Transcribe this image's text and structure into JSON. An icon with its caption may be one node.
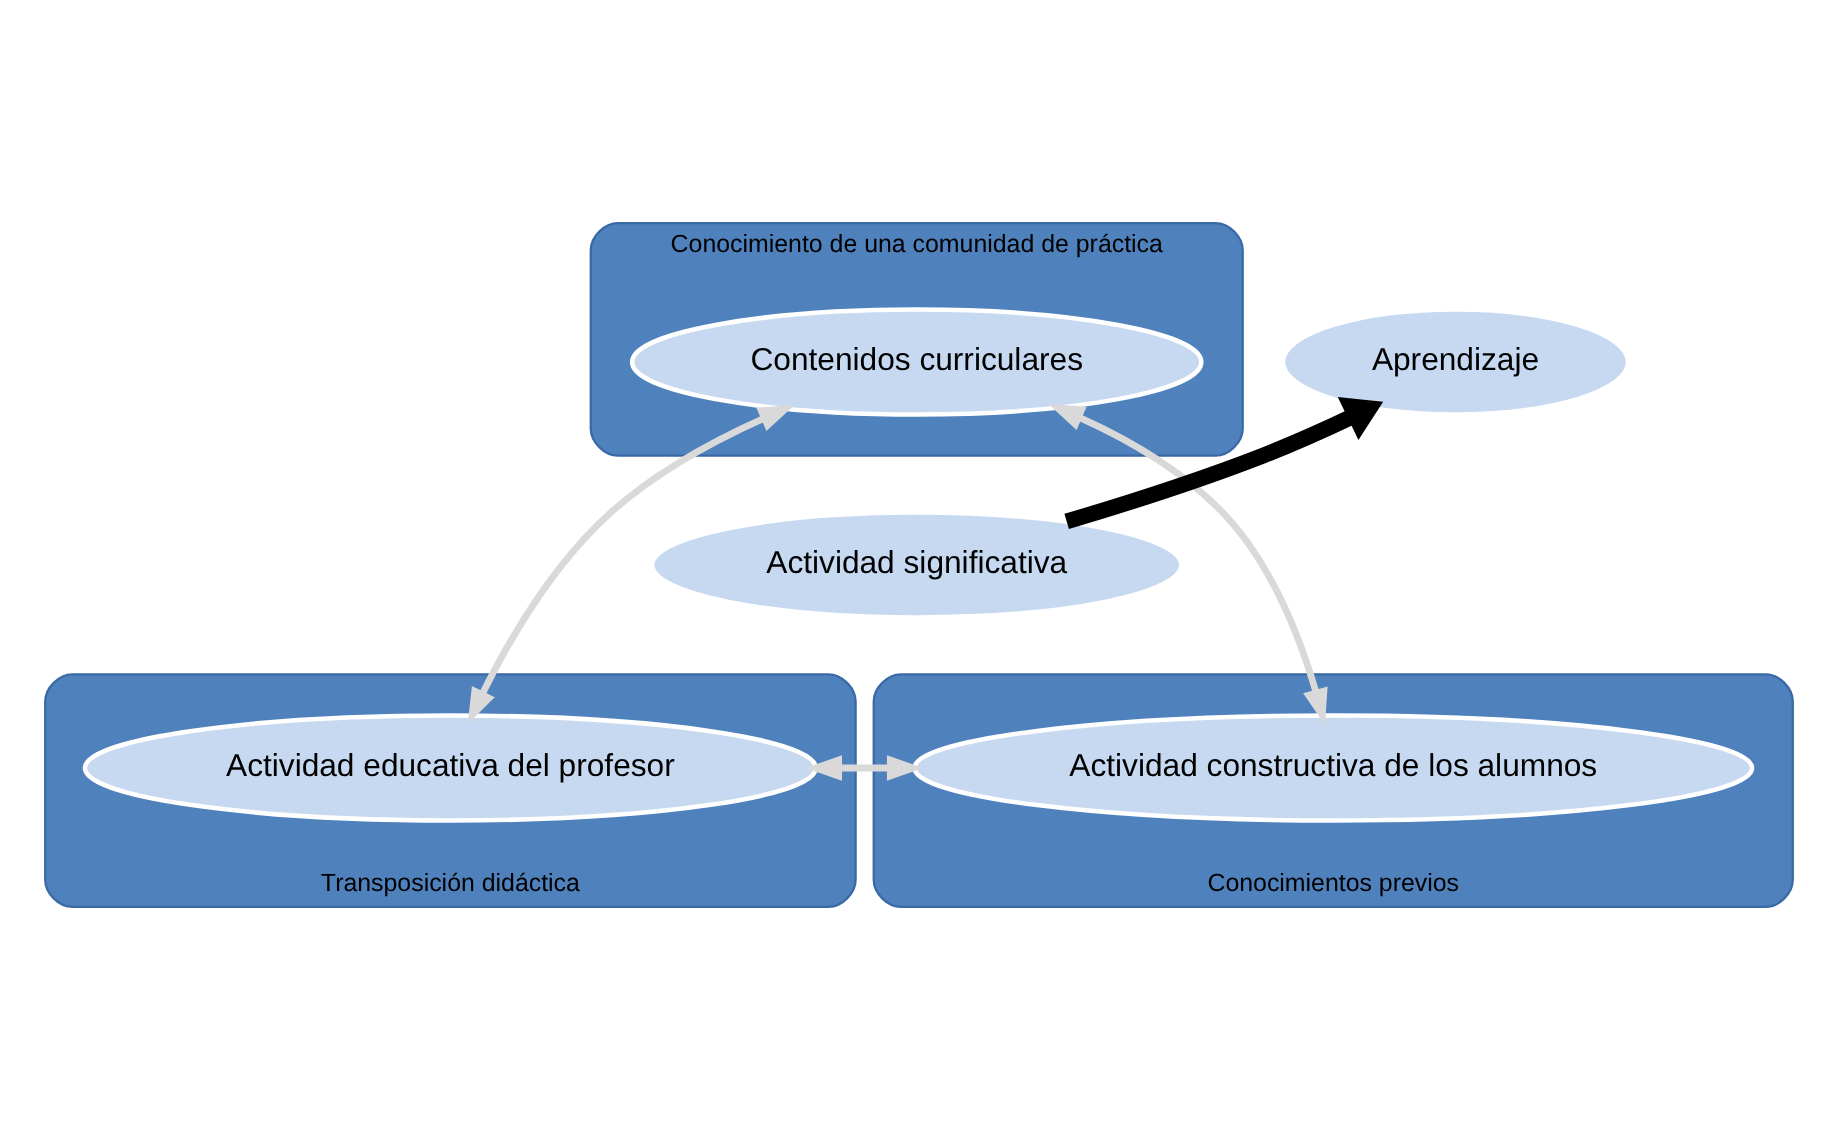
{
  "diagram": {
    "nodes": [
      {
        "text": [
          "Conocimiento de una comunidad de práctica"
        ]
      },
      {
        "text": [
          "Contenidos curriculares"
        ],
        "in": 0
      },
      {
        "text": [
          "Transposición didáctica"
        ]
      },
      {
        "text": [
          "Actividad educativa del profesor"
        ],
        "in": 2
      },
      {
        "text": [
          "Conocimientos previos"
        ]
      },
      {
        "text": [
          "Actividad constructiva de los alumnos"
        ],
        "in": 4
      },
      {
        "text": [
          "Actividad significativa"
        ]
      },
      {
        "text": [
          "Aprendizaje"
        ]
      }
    ],
    "edges": [
      {
        "from": 1,
        "to": 3,
        "arrow": "both"
      },
      {
        "from": 1,
        "to": 5,
        "arrow": "both"
      },
      {
        "from": 3,
        "to": 5,
        "arrow": "both"
      },
      {
        "from": 6,
        "to": 7,
        "arrow": "to",
        "style": "thick",
        "color": "#000000"
      }
    ]
  }
}
